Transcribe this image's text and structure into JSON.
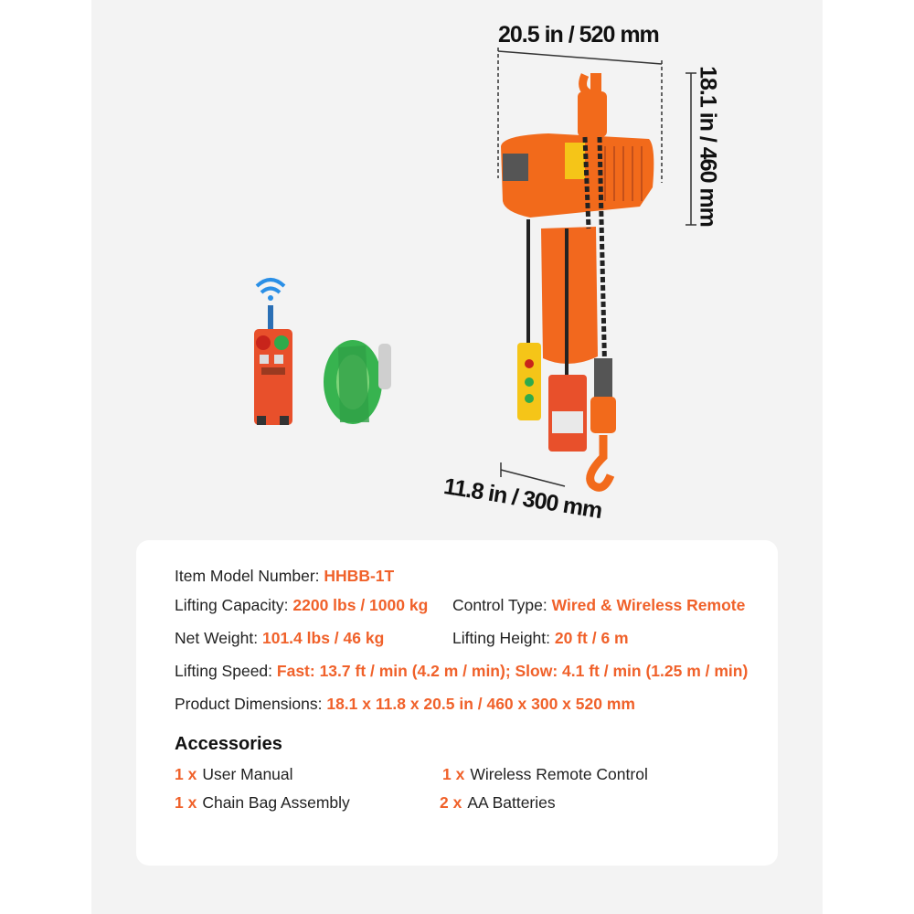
{
  "dimensions": {
    "width": "20.5 in / 520 mm",
    "height": "18.1 in / 460 mm",
    "depth": "11.8 in / 300 mm"
  },
  "specs": {
    "model_label": "Item Model Number:",
    "model_value": "HHBB-1T",
    "capacity_label": "Lifting Capacity:",
    "capacity_value": "2200 lbs / 1000 kg",
    "control_label": "Control Type:",
    "control_value": "Wired & Wireless Remote",
    "weight_label": "Net Weight:",
    "weight_value": "101.4 lbs / 46 kg",
    "height_label": "Lifting Height:",
    "height_value": "20 ft / 6 m",
    "speed_label": "Lifting Speed:",
    "speed_value": "Fast: 13.7 ft / min (4.2 m / min); Slow: 4.1 ft / min (1.25 m / min)",
    "dims_label": "Product Dimensions:",
    "dims_value": "18.1 x 11.8 x 20.5 in / 460 x 300 x 520 mm"
  },
  "accessories": {
    "title": "Accessories",
    "items": [
      {
        "qty": "1 x",
        "name": "User Manual"
      },
      {
        "qty": "1 x",
        "name": "Wireless Remote Control"
      },
      {
        "qty": "1 x",
        "name": "Chain Bag Assembly"
      },
      {
        "qty": "2 x",
        "name": "AA Batteries"
      }
    ]
  },
  "colors": {
    "accent": "#f0612a",
    "hoist_orange": "#f26a1b",
    "strap_green": "#3bbf5a",
    "pendant_yellow": "#f5c518",
    "wifi_blue": "#2a8fe6"
  }
}
